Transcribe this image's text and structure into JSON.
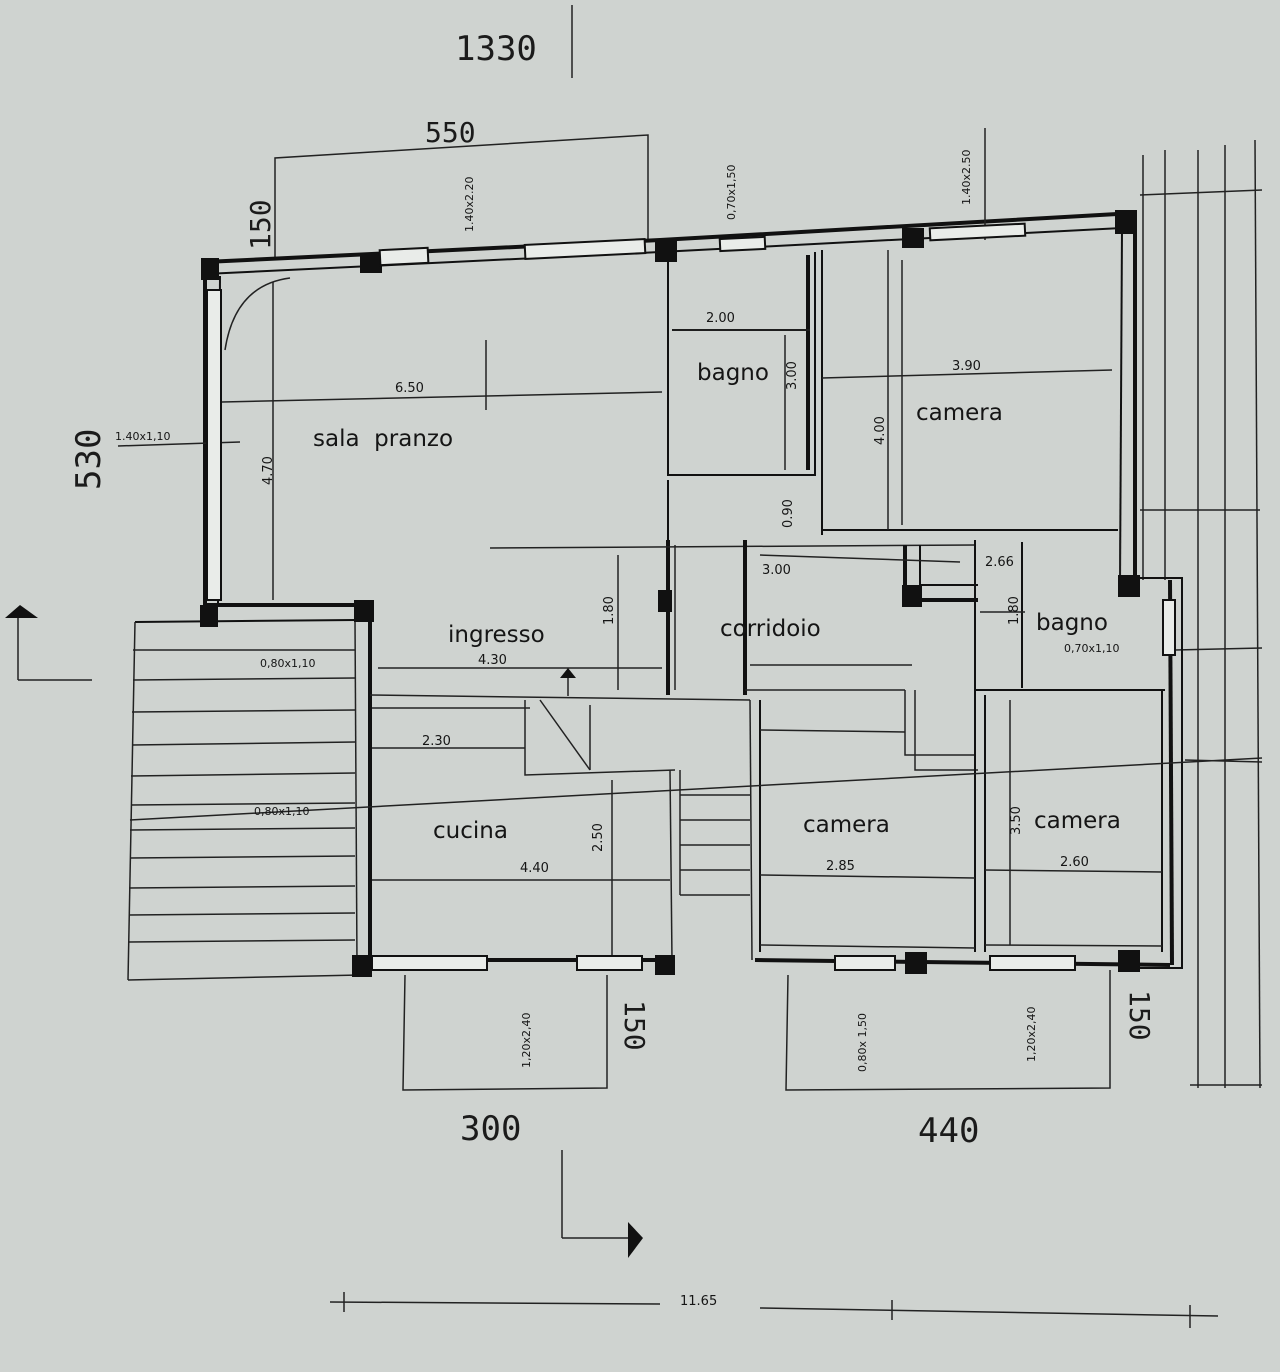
{
  "colors": {
    "paper": "#cfd3d0",
    "ink": "#111111",
    "window_fill": "#e9ece9"
  },
  "rooms": {
    "sala_pranzo": "sala  pranzo",
    "bagno_top": "bagno",
    "camera_top": "camera",
    "ingresso": "ingresso",
    "corridoio": "corridoio",
    "bagno_right": "bagno",
    "cucina": "cucina",
    "camera_mid": "camera",
    "camera_right": "camera"
  },
  "dimensions": {
    "sala_width": "6.50",
    "sala_height": "4.70",
    "bagno_top_width": "2.00",
    "bagno_top_height": "3.00",
    "camera_top_width": "3.90",
    "camera_top_height": "4.00",
    "corridor_gap": "0.90",
    "corridoio_width": "3.00",
    "bagno_right_width": "2.66",
    "bagno_right_height": "1.80",
    "ingresso_width": "4.30",
    "ingresso_height": "1.80",
    "cucina_small": "2.30",
    "cucina_width": "4.40",
    "cucina_height": "2.50",
    "camera_mid_width": "2.85",
    "camera_right_width": "2.60",
    "camera_right_height": "3.50"
  },
  "windows": {
    "left": "1.40x1,10",
    "top_terrace": "1.40x2.20",
    "top_bagno": "0,70x1,50",
    "top_camera": "1.40x2.50",
    "stairs": "0,80x1,10",
    "bagno_right": "0,70x1,10",
    "cucina_bottom": "1,20x2,40",
    "camera_mid_bottom": "0,80x 1,50",
    "camera_right_bottom": "1,20x2,40",
    "stairs_lower": "0,80x1,10"
  },
  "handwritten": {
    "top_total": "1330",
    "terrace_width": "550",
    "terrace_depth": "150",
    "left_side": "530",
    "cucina_balcony_width": "300",
    "camera_balcony_width": "440",
    "cucina_balcony_depth": "150",
    "camera_balcony_depth": "150",
    "overall_width": "11.65"
  }
}
